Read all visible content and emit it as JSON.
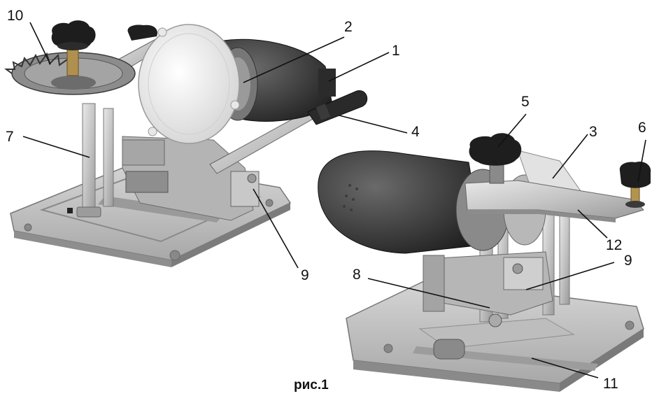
{
  "figure": {
    "caption": "рис.1",
    "callouts": [
      "1",
      "2",
      "3",
      "4",
      "5",
      "6",
      "7",
      "8",
      "9",
      "9",
      "10",
      "11",
      "12"
    ]
  }
}
